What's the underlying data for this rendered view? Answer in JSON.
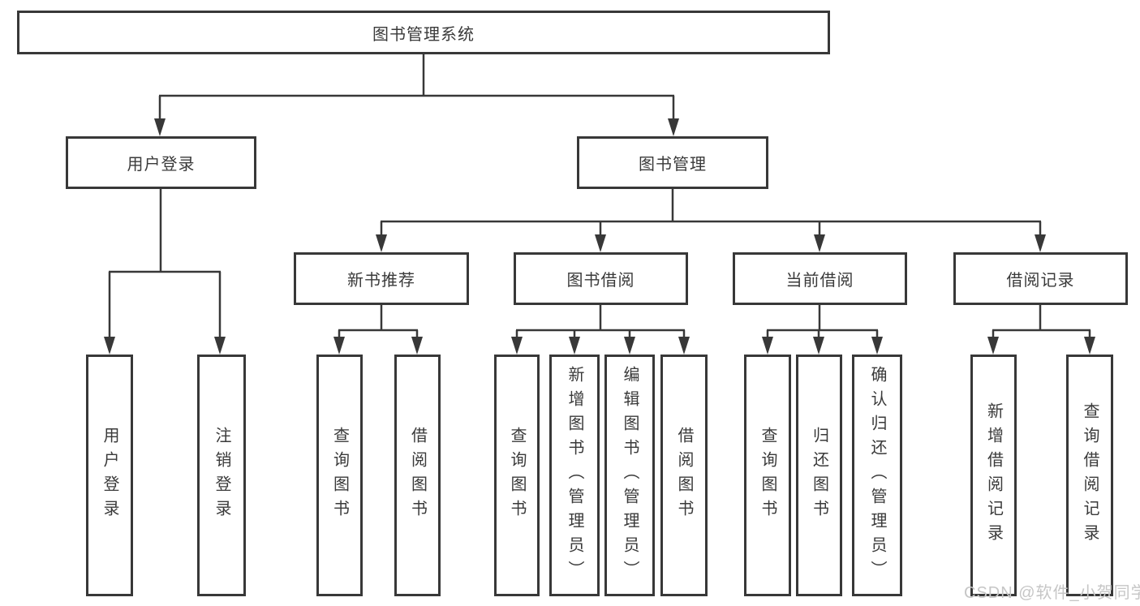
{
  "diagram": {
    "root": {
      "label": "图书管理系统"
    },
    "level2": {
      "user_login": {
        "label": "用户登录"
      },
      "book_management": {
        "label": "图书管理"
      }
    },
    "level3": {
      "new_book_recommend": {
        "label": "新书推荐"
      },
      "book_borrowing": {
        "label": "图书借阅"
      },
      "current_borrowing": {
        "label": "当前借阅"
      },
      "borrowing_records": {
        "label": "借阅记录"
      }
    },
    "leaves": {
      "user_login": [
        {
          "label": "用户登录"
        },
        {
          "label": "注销登录"
        }
      ],
      "new_book_recommend": [
        {
          "label": "查询图书"
        },
        {
          "label": "借阅图书"
        }
      ],
      "book_borrowing": [
        {
          "label": "查询图书"
        },
        {
          "label": "新增图书（管理员）"
        },
        {
          "label": "编辑图书（管理员）"
        },
        {
          "label": "借阅图书"
        }
      ],
      "current_borrowing": [
        {
          "label": "查询图书"
        },
        {
          "label": "归还图书"
        },
        {
          "label": "确认归还（管理员）"
        }
      ],
      "borrowing_records": [
        {
          "label": "新增借阅记录"
        },
        {
          "label": "查询借阅记录"
        }
      ]
    },
    "watermark": "CSDN @软件_小贺同学",
    "colors": {
      "line": "#383838",
      "text": "#3a3a3a",
      "watermark": "#c6c6c6",
      "background": "#ffffff"
    }
  }
}
